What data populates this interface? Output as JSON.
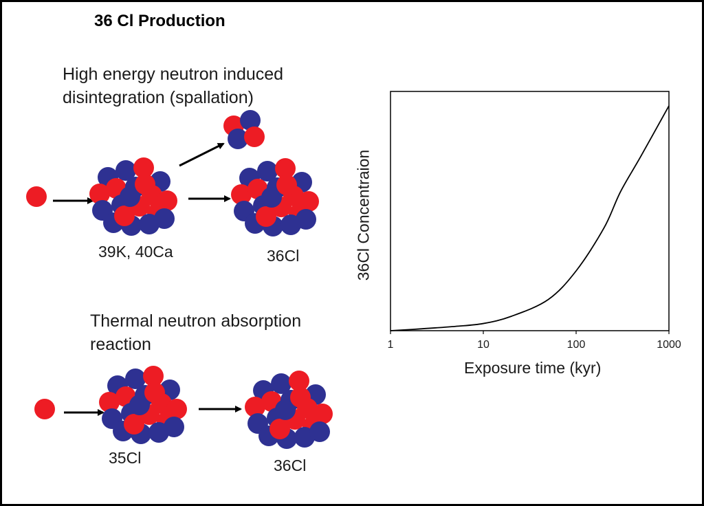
{
  "title": "36 Cl Production",
  "spallation": {
    "heading_line1": "High energy neutron induced",
    "heading_line2": "disintegration (spallation)",
    "target_label": "39K, 40Ca",
    "product_label": "36Cl"
  },
  "thermal": {
    "heading_line1": "Thermal neutron absorption",
    "heading_line2": "reaction",
    "target_label": "35Cl",
    "product_label": "36Cl"
  },
  "colors": {
    "neutron": "#ed1c24",
    "proton": "#2e3192",
    "line": "#000000"
  },
  "icons": [
    "neutron-particle",
    "nucleus-cluster",
    "arrow-right-icon"
  ],
  "chart_data": {
    "type": "line",
    "xlabel": "Exposure time (kyr)",
    "ylabel": "36Cl Concentraion",
    "x_scale": "log",
    "xlim": [
      1,
      1000
    ],
    "x_ticks": [
      "1",
      "10",
      "100",
      "1000"
    ],
    "y_ticks_shown": false,
    "grid": false,
    "series": [
      {
        "x": [
          1,
          2,
          5,
          10,
          20,
          50,
          100,
          200,
          300,
          500,
          1000
        ],
        "y": [
          0.0,
          0.007,
          0.018,
          0.03,
          0.06,
          0.13,
          0.25,
          0.43,
          0.58,
          0.73,
          0.94
        ]
      }
    ]
  }
}
